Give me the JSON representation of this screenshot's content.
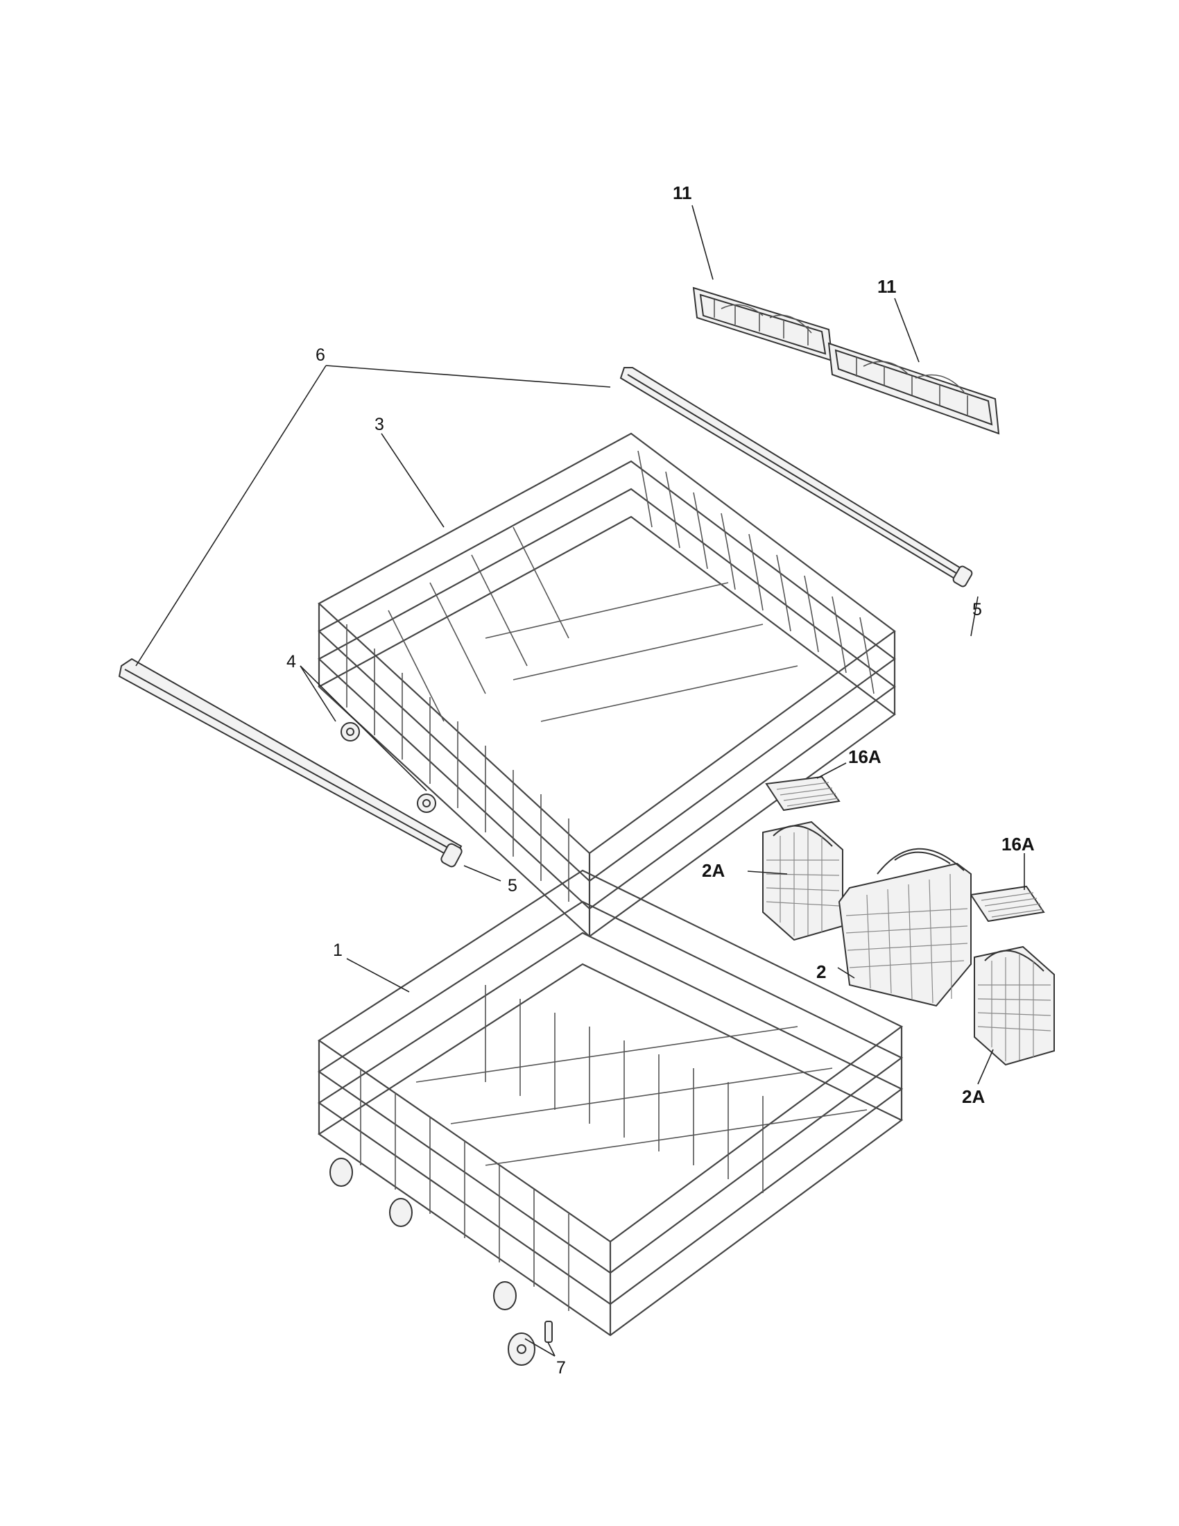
{
  "callouts": {
    "c11a": "11",
    "c11b": "11",
    "c6": "6",
    "c3": "3",
    "c5a": "5",
    "c4": "4",
    "c16a_a": "16A",
    "c5b": "5",
    "c16a_b": "16A",
    "c2a_a": "2A",
    "c1": "1",
    "c2": "2",
    "c2a_b": "2A",
    "c7": "7"
  }
}
